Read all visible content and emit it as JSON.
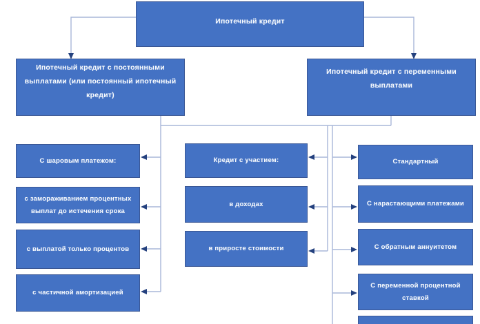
{
  "diagram": {
    "background_color": "#FFFFFF",
    "node_fill_color": "#4472C4",
    "node_border_color": "#3A5795",
    "node_text_color": "#F7FAFD",
    "connector_color": "#A9B7D9",
    "arrowhead_color": "#24417E",
    "root": {
      "label": "Ипотечный кредит"
    },
    "branches": {
      "constant": {
        "label": "Ипотечный кредит с постоянными выплатами (или постоянный ипотечный кредит)"
      },
      "variable": {
        "label": "Ипотечный кредит с переменными выплатами"
      }
    },
    "constant_types": [
      {
        "label": "С шаровым платежом:"
      },
      {
        "label": "с замораживанием процентных выплат до истечения срока"
      },
      {
        "label": "с выплатой только процентов"
      },
      {
        "label": "с частичной амортизацией"
      }
    ],
    "participation_types": [
      {
        "label": "Кредит с участием:"
      },
      {
        "label": "в доходах"
      },
      {
        "label": "в приросте стоимости"
      }
    ],
    "variable_types": [
      {
        "label": "Стандартный"
      },
      {
        "label": "С нарастающими платежами"
      },
      {
        "label": "С обратным аннуитетом"
      },
      {
        "label": "С переменной процентной ставкой"
      },
      {
        "label": ""
      }
    ]
  }
}
